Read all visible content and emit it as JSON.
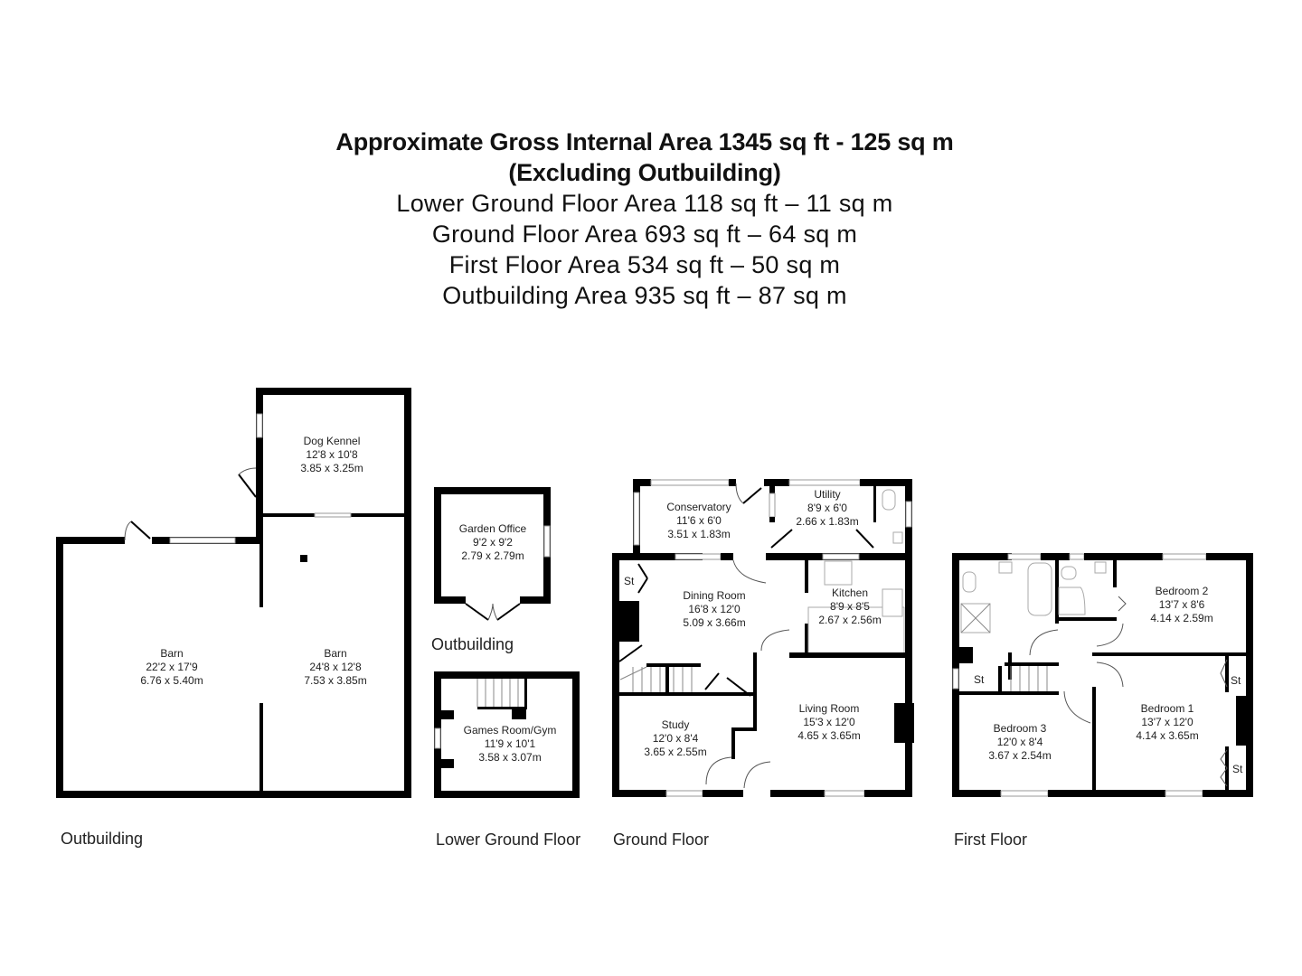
{
  "header": {
    "title": "Approximate Gross Internal Area 1345 sq ft - 125 sq m",
    "subtitle": "(Excluding Outbuilding)",
    "areas": [
      "Lower Ground Floor Area 118 sq ft – 11 sq m",
      "Ground Floor Area 693 sq ft – 64 sq m",
      "First Floor Area 534 sq ft – 50 sq m",
      "Outbuilding Area 935 sq ft – 87 sq m"
    ]
  },
  "floors": {
    "outbuilding_main": {
      "label": "Outbuilding",
      "rooms": [
        {
          "name": "Dog Kennel",
          "imperial": "12'8 x 10'8",
          "metric": "3.85 x 3.25m"
        },
        {
          "name": "Barn",
          "imperial": "22'2 x 17'9",
          "metric": "6.76 x 5.40m"
        },
        {
          "name": "Barn",
          "imperial": "24'8 x 12'8",
          "metric": "7.53 x 3.85m"
        }
      ]
    },
    "outbuilding_office": {
      "label": "Outbuilding",
      "rooms": [
        {
          "name": "Garden Office",
          "imperial": "9'2 x 9'2",
          "metric": "2.79 x 2.79m"
        }
      ]
    },
    "lower_ground": {
      "label": "Lower Ground Floor",
      "rooms": [
        {
          "name": "Games Room/Gym",
          "imperial": "11'9 x 10'1",
          "metric": "3.58 x 3.07m"
        }
      ]
    },
    "ground": {
      "label": "Ground Floor",
      "rooms": [
        {
          "name": "Conservatory",
          "imperial": "11'6 x 6'0",
          "metric": "3.51 x 1.83m"
        },
        {
          "name": "Utility",
          "imperial": "8'9 x 6'0",
          "metric": "2.66 x 1.83m"
        },
        {
          "name": "Dining Room",
          "imperial": "16'8 x 12'0",
          "metric": "5.09 x 3.66m"
        },
        {
          "name": "Kitchen",
          "imperial": "8'9 x 8'5",
          "metric": "2.67 x 2.56m"
        },
        {
          "name": "Study",
          "imperial": "12'0 x 8'4",
          "metric": "3.65 x 2.55m"
        },
        {
          "name": "Living Room",
          "imperial": "15'3 x 12'0",
          "metric": "4.65 x 3.65m"
        }
      ],
      "storage": [
        "St"
      ]
    },
    "first": {
      "label": "First Floor",
      "rooms": [
        {
          "name": "Bedroom 2",
          "imperial": "13'7 x 8'6",
          "metric": "4.14 x 2.59m"
        },
        {
          "name": "Bedroom 3",
          "imperial": "12'0 x 8'4",
          "metric": "3.67 x 2.54m"
        },
        {
          "name": "Bedroom 1",
          "imperial": "13'7 x 12'0",
          "metric": "4.14 x 3.65m"
        }
      ],
      "storage": [
        "St",
        "St",
        "St"
      ]
    }
  }
}
